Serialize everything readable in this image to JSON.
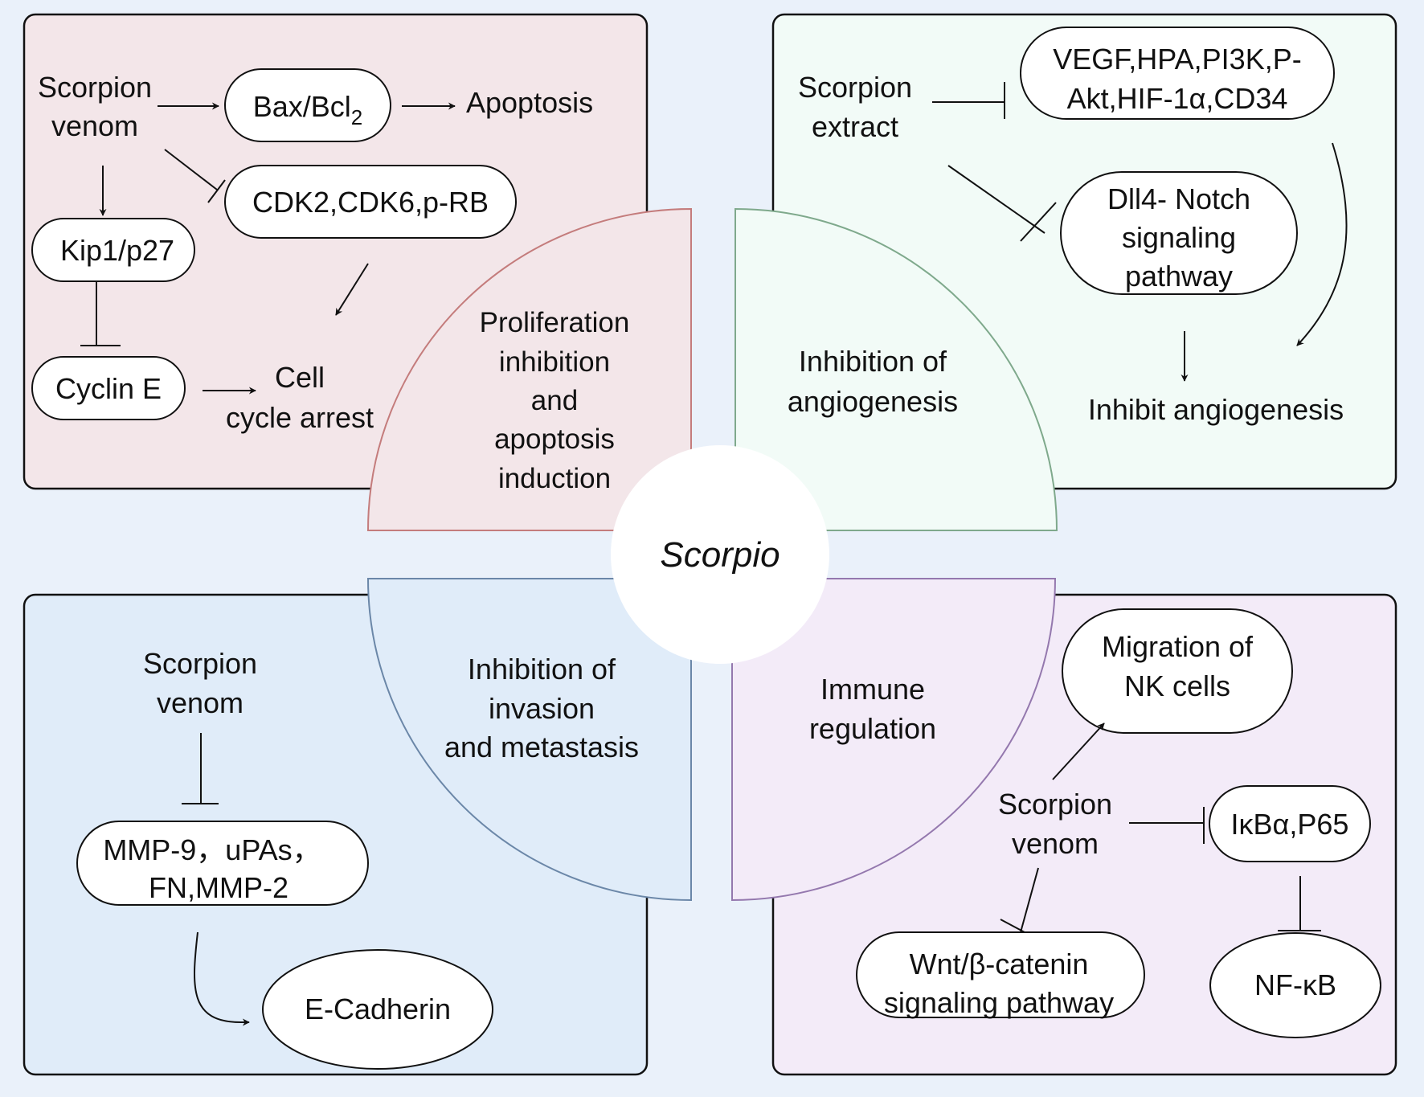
{
  "center": {
    "label": "Scorpio"
  },
  "colors": {
    "background": "#eaf1fa",
    "q1_fill": "#f3e6e9",
    "q1_sector_stroke": "#c47c7c",
    "q2_fill": "#f2fbf7",
    "q2_sector_stroke": "#7fa98c",
    "q3_fill": "#e0ecf9",
    "q3_sector_stroke": "#6b87a8",
    "q4_fill": "#f3ebf8",
    "q4_sector_stroke": "#9478ae"
  },
  "quadrants": {
    "proliferation": {
      "sector_lines": [
        "Proliferation",
        "inhibition",
        "and",
        "apoptosis",
        "induction"
      ],
      "source_lines": [
        "Scorpion",
        "venom"
      ],
      "bax": {
        "main": "Bax/Bcl",
        "sub": "2"
      },
      "apoptosis": "Apoptosis",
      "cdk": "CDK2,CDK6,p-RB",
      "kip": "Kip1/p27",
      "cyclin": "Cyclin E",
      "arrest_lines": [
        "Cell",
        "cycle arrest"
      ]
    },
    "angiogenesis": {
      "sector_lines": [
        "Inhibition of",
        "angiogenesis"
      ],
      "source_lines": [
        "Scorpion",
        "extract"
      ],
      "vegf_lines": [
        "VEGF,HPA,PI3K,P-",
        "Akt,HIF-1α,CD34"
      ],
      "notch_lines": [
        "Dll4- Notch",
        "signaling",
        "pathway"
      ],
      "result": "Inhibit angiogenesis"
    },
    "invasion": {
      "sector_lines": [
        "Inhibition of",
        "invasion",
        "and metastasis"
      ],
      "source_lines": [
        "Scorpion",
        "venom"
      ],
      "mmp_lines": [
        "MMP-9，uPAs，",
        "FN,MMP-2"
      ],
      "ecad": "E-Cadherin"
    },
    "immune": {
      "sector_lines": [
        "Immune",
        "regulation"
      ],
      "source_lines": [
        "Scorpion",
        "venom"
      ],
      "nk_lines": [
        "Migration of",
        "NK cells"
      ],
      "ikb": "IκBα,P65",
      "nfkb": "NF-κB",
      "wnt_lines": [
        "Wnt/β-catenin",
        "signaling pathway"
      ]
    }
  }
}
